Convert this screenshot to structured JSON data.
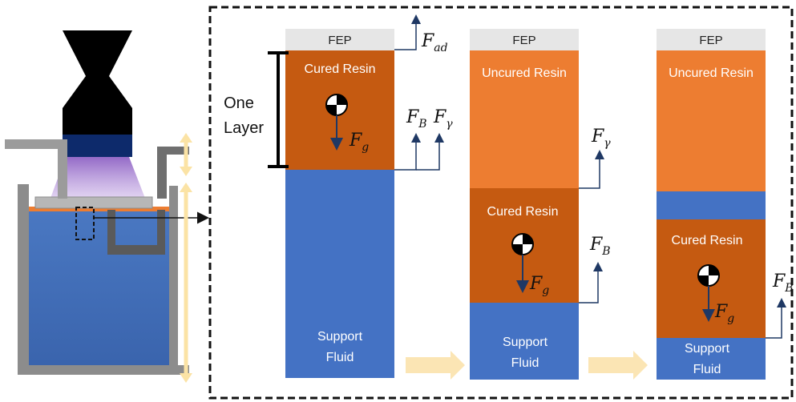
{
  "labels": {
    "one_layer_line1": "One",
    "one_layer_line2": "Layer",
    "fep": "FEP",
    "cured_resin": "Cured Resin",
    "uncured_resin": "Uncured Resin",
    "support_line1": "Support",
    "support_line2": "Fluid"
  },
  "forces": {
    "adhesion": {
      "symbol": "F",
      "sub": "ad"
    },
    "buoyancy": {
      "symbol": "F",
      "sub": "B"
    },
    "surface_tension": {
      "symbol": "F",
      "sub": "γ"
    },
    "gravity": {
      "symbol": "F",
      "sub": "g"
    }
  },
  "colors": {
    "cured_resin": "#c55a11",
    "uncured_resin": "#ed7d31",
    "support_fluid": "#4472c4",
    "fep": "#e6e6e6",
    "vat_gray": "#8c8c8c",
    "arrow_navy": "#1f3864",
    "transition_arrow": "#fbe5b4",
    "projector": "#000000",
    "projector_lens": "#0d2a6b",
    "uv_light": "#b58fd6"
  }
}
